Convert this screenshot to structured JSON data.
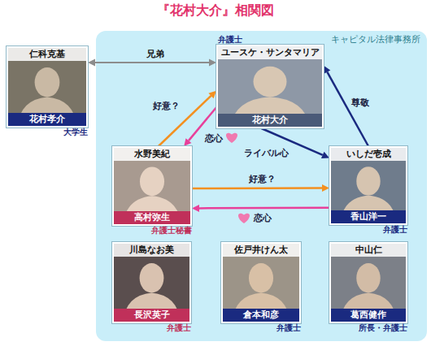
{
  "diagram": {
    "title": "『花村大介』相関図",
    "nodes": [
      {
        "text": [
          "キャピタル法律事務所"
        ]
      },
      {
        "text": [
          "仁科克基",
          "花村孝介",
          "大学生"
        ]
      },
      {
        "text": [
          "ユースケ・サンタマリア",
          "花村大介",
          "弁護士"
        ],
        "in": 0
      },
      {
        "text": [
          "水野美紀",
          "高村弥生",
          "弁護士秘書"
        ],
        "in": 0
      },
      {
        "text": [
          "いしだ壱成",
          "香山洋一",
          "弁護士"
        ],
        "in": 0
      },
      {
        "text": [
          "川島なお美",
          "長沢英子",
          "弁護士"
        ],
        "in": 0
      },
      {
        "text": [
          "佐戸井けん太",
          "倉本和彦",
          "弁護士"
        ],
        "in": 0
      },
      {
        "text": [
          "中山仁",
          "葛西健作",
          "所長・弁護士"
        ],
        "in": 0
      }
    ],
    "edges": [
      {
        "from": 1,
        "to": 2,
        "label": "兄弟",
        "arrow": "both"
      },
      {
        "from": 3,
        "to": 2,
        "label": "好意？",
        "arrow": "to"
      },
      {
        "from": 2,
        "to": 3,
        "label": "恋心",
        "arrow": "to"
      },
      {
        "from": 2,
        "to": 4,
        "label": "ライバル心",
        "arrow": "to"
      },
      {
        "from": 4,
        "to": 2,
        "label": "尊敬",
        "arrow": "to"
      },
      {
        "from": 3,
        "to": 4,
        "label": "好意？",
        "arrow": "to"
      },
      {
        "from": 4,
        "to": 3,
        "label": "恋心",
        "arrow": "to"
      }
    ]
  }
}
